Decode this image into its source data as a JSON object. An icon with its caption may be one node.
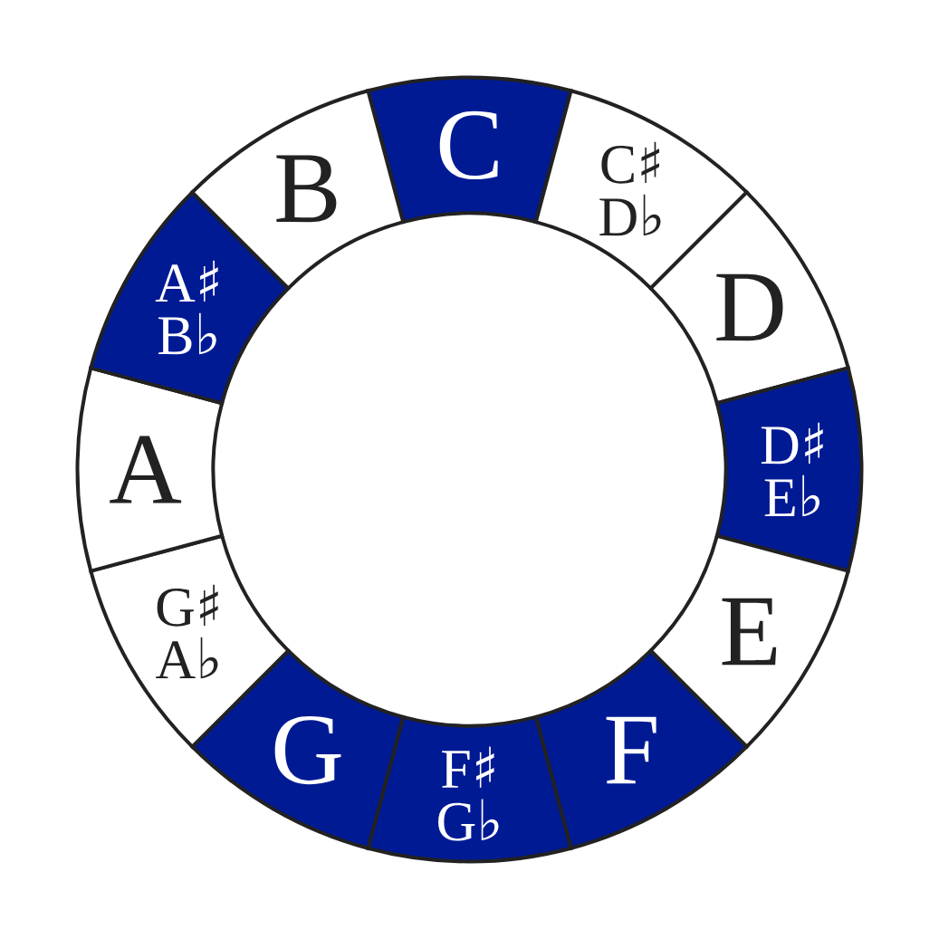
{
  "diagram": {
    "nodes": [
      {
        "text": [
          "C"
        ]
      },
      {
        "text": [
          "C♯ D♭"
        ]
      },
      {
        "text": [
          "D"
        ]
      },
      {
        "text": [
          "D♯ E♭"
        ]
      },
      {
        "text": [
          "E"
        ]
      },
      {
        "text": [
          "F"
        ]
      },
      {
        "text": [
          "F♯ G♭"
        ]
      },
      {
        "text": [
          "G"
        ]
      },
      {
        "text": [
          "G♯ A♭"
        ]
      },
      {
        "text": [
          "A"
        ]
      },
      {
        "text": [
          "A♯ B♭"
        ]
      },
      {
        "text": [
          "B"
        ]
      }
    ]
  }
}
